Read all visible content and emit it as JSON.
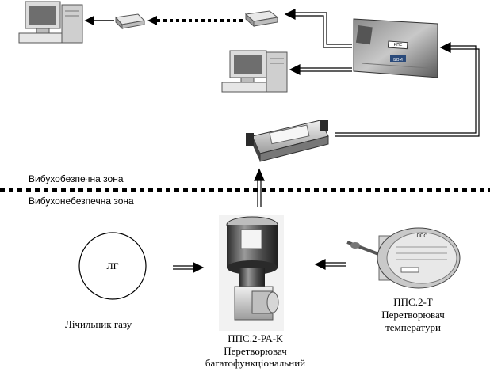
{
  "zones": {
    "safe": "Вибухобезпечна зона",
    "hazardous": "Вибухонебезпечна зона"
  },
  "meter": {
    "symbol": "ЛГ",
    "caption": "Лічильник газу"
  },
  "multifunction_converter": {
    "code": "ППС.2-РА-К",
    "line1": "Перетворювач",
    "line2": "багатофункціональний"
  },
  "temperature_converter": {
    "code": "ППС.2-Т",
    "line1": "Перетворювач",
    "line2": "температури"
  },
  "device_labels": {
    "temperature_body": "ППС",
    "controller_plate": "КПС",
    "controller_badge": "БОМ"
  },
  "colors": {
    "line": "#000000",
    "device_dark": "#3a3a3a",
    "device_light": "#d8d8d8"
  }
}
